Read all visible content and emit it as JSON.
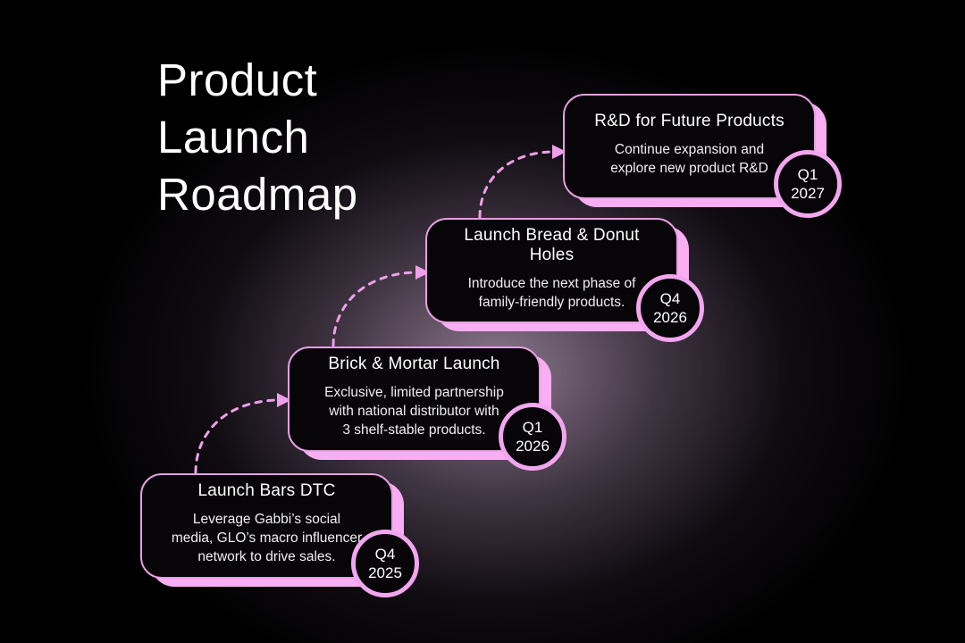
{
  "title": "Product\nLaunch\nRoadmap",
  "colors": {
    "background": "#000000",
    "glow": "#8d7a8e",
    "card_background": "#070508",
    "card_border": "#e59fe4",
    "card_shadow": "#f9adf3",
    "badge_border": "#f2a6ef",
    "arrow": "#ef9fe9",
    "title_text": "#ffffff",
    "body_text": "#f2eef2"
  },
  "milestones": [
    {
      "title": "Launch Bars DTC",
      "description": "Leverage Gabbi’s social\nmedia, GLO’s macro influencer\nnetwork to drive sales.",
      "quarter": "Q4",
      "year": "2025"
    },
    {
      "title": "Brick & Mortar Launch",
      "description": "Exclusive, limited partnership\nwith national distributor with\n3 shelf-stable products.",
      "quarter": "Q1",
      "year": "2026"
    },
    {
      "title": "Launch Bread & Donut Holes",
      "description": "Introduce the next phase of\nfamily-friendly products.",
      "quarter": "Q4",
      "year": "2026"
    },
    {
      "title": "R&D for Future Products",
      "description": "Continue expansion and\nexplore new product R&D",
      "quarter": "Q1",
      "year": "2027"
    }
  ]
}
